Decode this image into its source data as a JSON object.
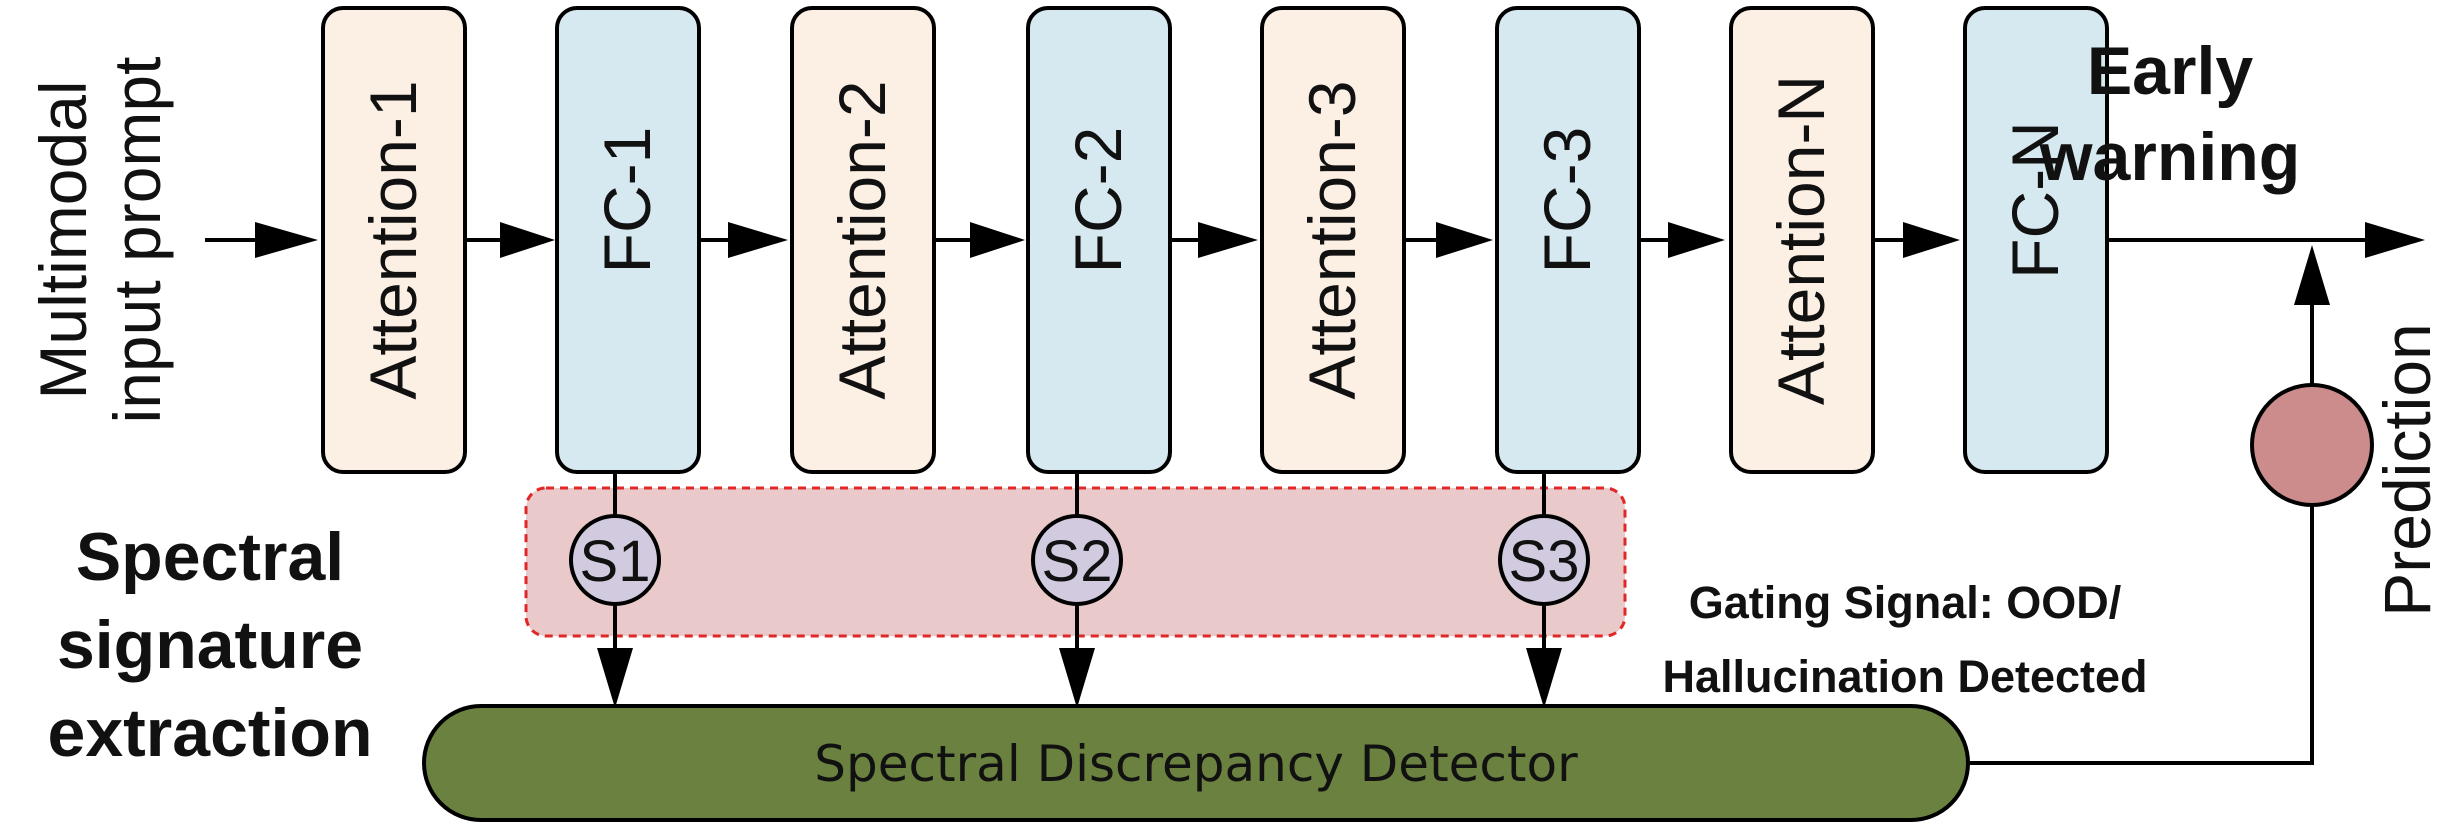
{
  "input_label_line1": "Multimodal",
  "input_label_line2": "input prompt",
  "blocks": [
    {
      "label": "Attention-1",
      "kind": "attention"
    },
    {
      "label": "FC-1",
      "kind": "fc"
    },
    {
      "label": "Attention-2",
      "kind": "attention"
    },
    {
      "label": "FC-2",
      "kind": "fc"
    },
    {
      "label": "Attention-3",
      "kind": "attention"
    },
    {
      "label": "FC-3",
      "kind": "fc"
    },
    {
      "label": "Attention-N",
      "kind": "attention"
    },
    {
      "label": "FC-N",
      "kind": "fc"
    }
  ],
  "signatures": [
    "S1",
    "S2",
    "S3"
  ],
  "output_label_line1": "Early",
  "output_label_line2": "warning",
  "prediction_label": "Prediction",
  "side_label_lines": [
    "Spectral",
    "signature",
    "extraction"
  ],
  "gating_label_line1": "Gating Signal: OOD/",
  "gating_label_line2": "Hallucination Detected",
  "detector_label": "Spectral Discrepancy Detector",
  "colors": {
    "attention_fill": "#fcefe4",
    "fc_fill": "#d6e9f0",
    "signature_fill": "#d2cbe0",
    "extraction_region_fill": "#e9c9c9",
    "extraction_region_border": "#e02828",
    "detector_fill": "#6b8140",
    "prediction_node_fill": "#cd8c8c",
    "line": "#000000"
  }
}
